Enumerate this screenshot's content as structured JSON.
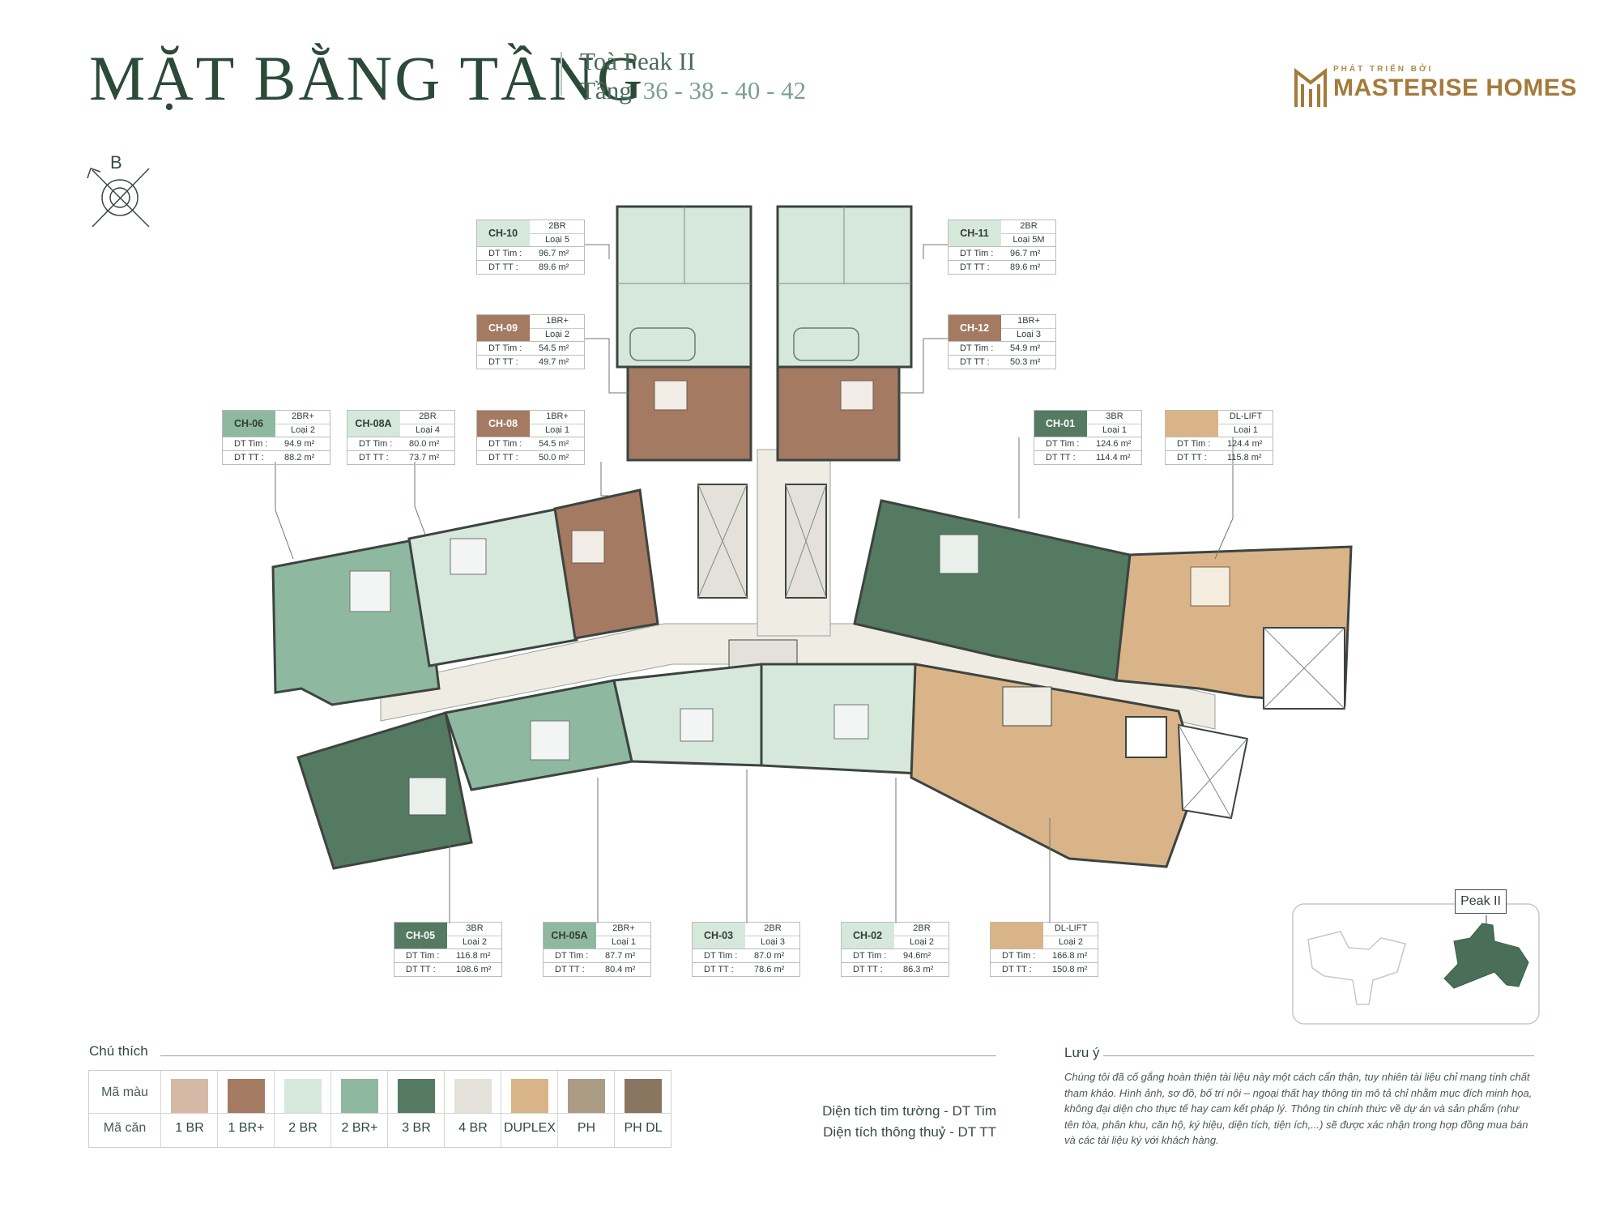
{
  "header": {
    "title": "MẶT BẰNG TẦNG",
    "tower": "Toà Peak II",
    "floor_prefix": "Tầng",
    "floors": "36 - 38 - 40 - 42"
  },
  "brand": {
    "tagline": "PHÁT TRIỂN BỞI",
    "name": "MASTERISE HOMES"
  },
  "compass": {
    "north_label": "B"
  },
  "labels": {
    "dt_tim": "DT Tim :",
    "dt_tt": "DT TT :"
  },
  "units": [
    {
      "code": "CH-10",
      "type": "2BR",
      "loai": "Loại 5",
      "dt_tim": "96.7 m²",
      "dt_tt": "89.6 m²",
      "color": "#d6e8dc",
      "code_text_color": "#2f3d36"
    },
    {
      "code": "CH-11",
      "type": "2BR",
      "loai": "Loại 5M",
      "dt_tim": "96.7 m²",
      "dt_tt": "89.6 m²",
      "color": "#d6e8dc",
      "code_text_color": "#2f3d36"
    },
    {
      "code": "CH-09",
      "type": "1BR+",
      "loai": "Loại 2",
      "dt_tim": "54.5 m²",
      "dt_tt": "49.7 m²",
      "color": "#a47a62",
      "code_text_color": "#ffffff"
    },
    {
      "code": "CH-12",
      "type": "1BR+",
      "loai": "Loại 3",
      "dt_tim": "54.9 m²",
      "dt_tt": "50.3 m²",
      "color": "#a47a62",
      "code_text_color": "#ffffff"
    },
    {
      "code": "CH-06",
      "type": "2BR+",
      "loai": "Loại 2",
      "dt_tim": "94.9 m²",
      "dt_tt": "88.2 m²",
      "color": "#8fb8a0",
      "code_text_color": "#2f3d36"
    },
    {
      "code": "CH-08A",
      "type": "2BR",
      "loai": "Loại 4",
      "dt_tim": "80.0 m²",
      "dt_tt": "73.7 m²",
      "color": "#d6e8dc",
      "code_text_color": "#2f3d36"
    },
    {
      "code": "CH-08",
      "type": "1BR+",
      "loai": "Loại 1",
      "dt_tim": "54.5 m²",
      "dt_tt": "50.0 m²",
      "color": "#a47a62",
      "code_text_color": "#ffffff"
    },
    {
      "code": "CH-01",
      "type": "3BR",
      "loai": "Loại 1",
      "dt_tim": "124.6 m²",
      "dt_tt": "114.4 m²",
      "color": "#557a62",
      "code_text_color": "#ffffff"
    },
    {
      "code": "",
      "type": "DL-LIFT",
      "loai": "Loại 1",
      "dt_tim": "124.4 m²",
      "dt_tt": "115.8 m²",
      "color": "#d9b488",
      "code_text_color": "#2f3d36"
    },
    {
      "code": "CH-05",
      "type": "3BR",
      "loai": "Loại 2",
      "dt_tim": "116.8 m²",
      "dt_tt": "108.6 m²",
      "color": "#557a62",
      "code_text_color": "#ffffff"
    },
    {
      "code": "CH-05A",
      "type": "2BR+",
      "loai": "Loại 1",
      "dt_tim": "87.7 m²",
      "dt_tt": "80.4 m²",
      "color": "#8fb8a0",
      "code_text_color": "#2f3d36"
    },
    {
      "code": "CH-03",
      "type": "2BR",
      "loai": "Loại 3",
      "dt_tim": "87.0 m²",
      "dt_tt": "78.6 m²",
      "color": "#d6e8dc",
      "code_text_color": "#2f3d36"
    },
    {
      "code": "CH-02",
      "type": "2BR",
      "loai": "Loại 2",
      "dt_tim": "94.6m²",
      "dt_tt": "86.3 m²",
      "color": "#d6e8dc",
      "code_text_color": "#2f3d36"
    },
    {
      "code": "",
      "type": "DL-LIFT",
      "loai": "Loại 2",
      "dt_tim": "166.8 m²",
      "dt_tt": "150.8 m²",
      "color": "#d9b488",
      "code_text_color": "#2f3d36"
    }
  ],
  "legend": {
    "title": "Chú thích",
    "row_color": "Mã màu",
    "row_unit": "Mã căn",
    "items": [
      {
        "label": "1 BR",
        "color": "#d5b9a6"
      },
      {
        "label": "1 BR+",
        "color": "#a47a62"
      },
      {
        "label": "2 BR",
        "color": "#d6e8dc"
      },
      {
        "label": "2 BR+",
        "color": "#8fb8a0"
      },
      {
        "label": "3 BR",
        "color": "#557a62"
      },
      {
        "label": "4 BR",
        "color": "#e4e1da"
      },
      {
        "label": "DUPLEX",
        "color": "#d9b488"
      },
      {
        "label": "PH",
        "color": "#ab9c85"
      },
      {
        "label": "PH DL",
        "color": "#8a7560"
      }
    ],
    "dt_tim_note": "Diện tích tim tường - DT Tim",
    "dt_tt_note": "Diện tích thông thuỷ - DT TT"
  },
  "note": {
    "title": "Lưu ý",
    "text": "Chúng tôi đã cố gắng hoàn thiện tài liệu này một cách cẩn thận, tuy nhiên tài liệu chỉ mang tính chất tham khảo. Hình ảnh, sơ đồ, bố trí nội – ngoại thất hay thông tin mô tả chỉ nhằm mục đích minh họa, không đại diện cho thực tế hay cam kết pháp lý. Thông tin chính thức về dự án và sản phẩm (như tên tòa, phân khu, căn hộ, ký hiệu, diện tích, tiện ích,...) sẽ được xác nhận trong hợp đồng mua bán và các tài liệu ký với khách hàng."
  },
  "keymap": {
    "label": "Peak II"
  },
  "colors": {
    "corridor": "#efece4",
    "wall": "#3d4440",
    "c3br": "#557a62",
    "c2brp": "#8fb8a0",
    "c2br": "#d6e8dc",
    "c1brp": "#a47a62",
    "duplex": "#d9b488"
  }
}
